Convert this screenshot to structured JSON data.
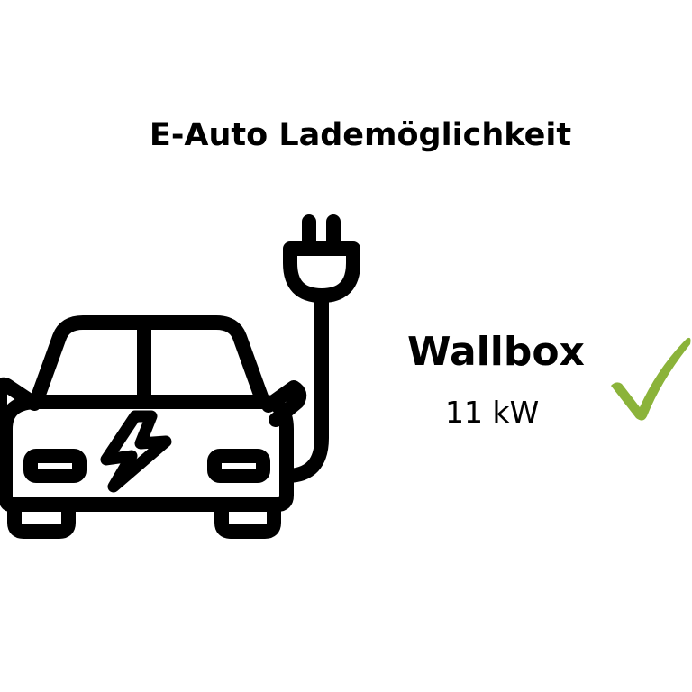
{
  "title": "E-Auto Lademöglichkeit",
  "charger": {
    "name": "Wallbox",
    "power": "11 kW",
    "available": true
  },
  "icons": {
    "vehicle": "electric-car-plug-icon",
    "status": "checkmark-icon"
  },
  "colors": {
    "text": "#000000",
    "icon_stroke": "#000000",
    "check": "#8bb33a",
    "background": "#ffffff"
  }
}
